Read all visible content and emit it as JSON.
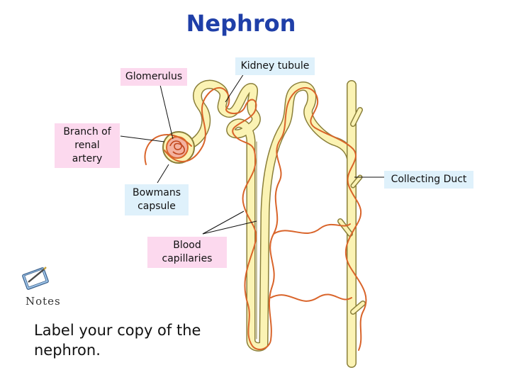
{
  "title": "Nephron",
  "labels": {
    "kidney_tubule": "Kidney tubule",
    "glomerulus": "Glomerulus",
    "branch_renal_artery": "Branch of renal artery",
    "bowmans_capsule": "Bowmans capsule",
    "blood_capillaries": "Blood capillaries",
    "collecting_duct": "Collecting Duct"
  },
  "notes": {
    "icon": "notebook-pen-icon",
    "label": "Notes"
  },
  "instruction": "Label your copy of the nephron.",
  "colors": {
    "title": "#1f3fa8",
    "tubule_fill": "#fbf3b4",
    "tubule_outline": "#8a7f3a",
    "capillary": "#d9642a",
    "label_pink": "#fcd9ee",
    "label_blue": "#dff1fb"
  }
}
